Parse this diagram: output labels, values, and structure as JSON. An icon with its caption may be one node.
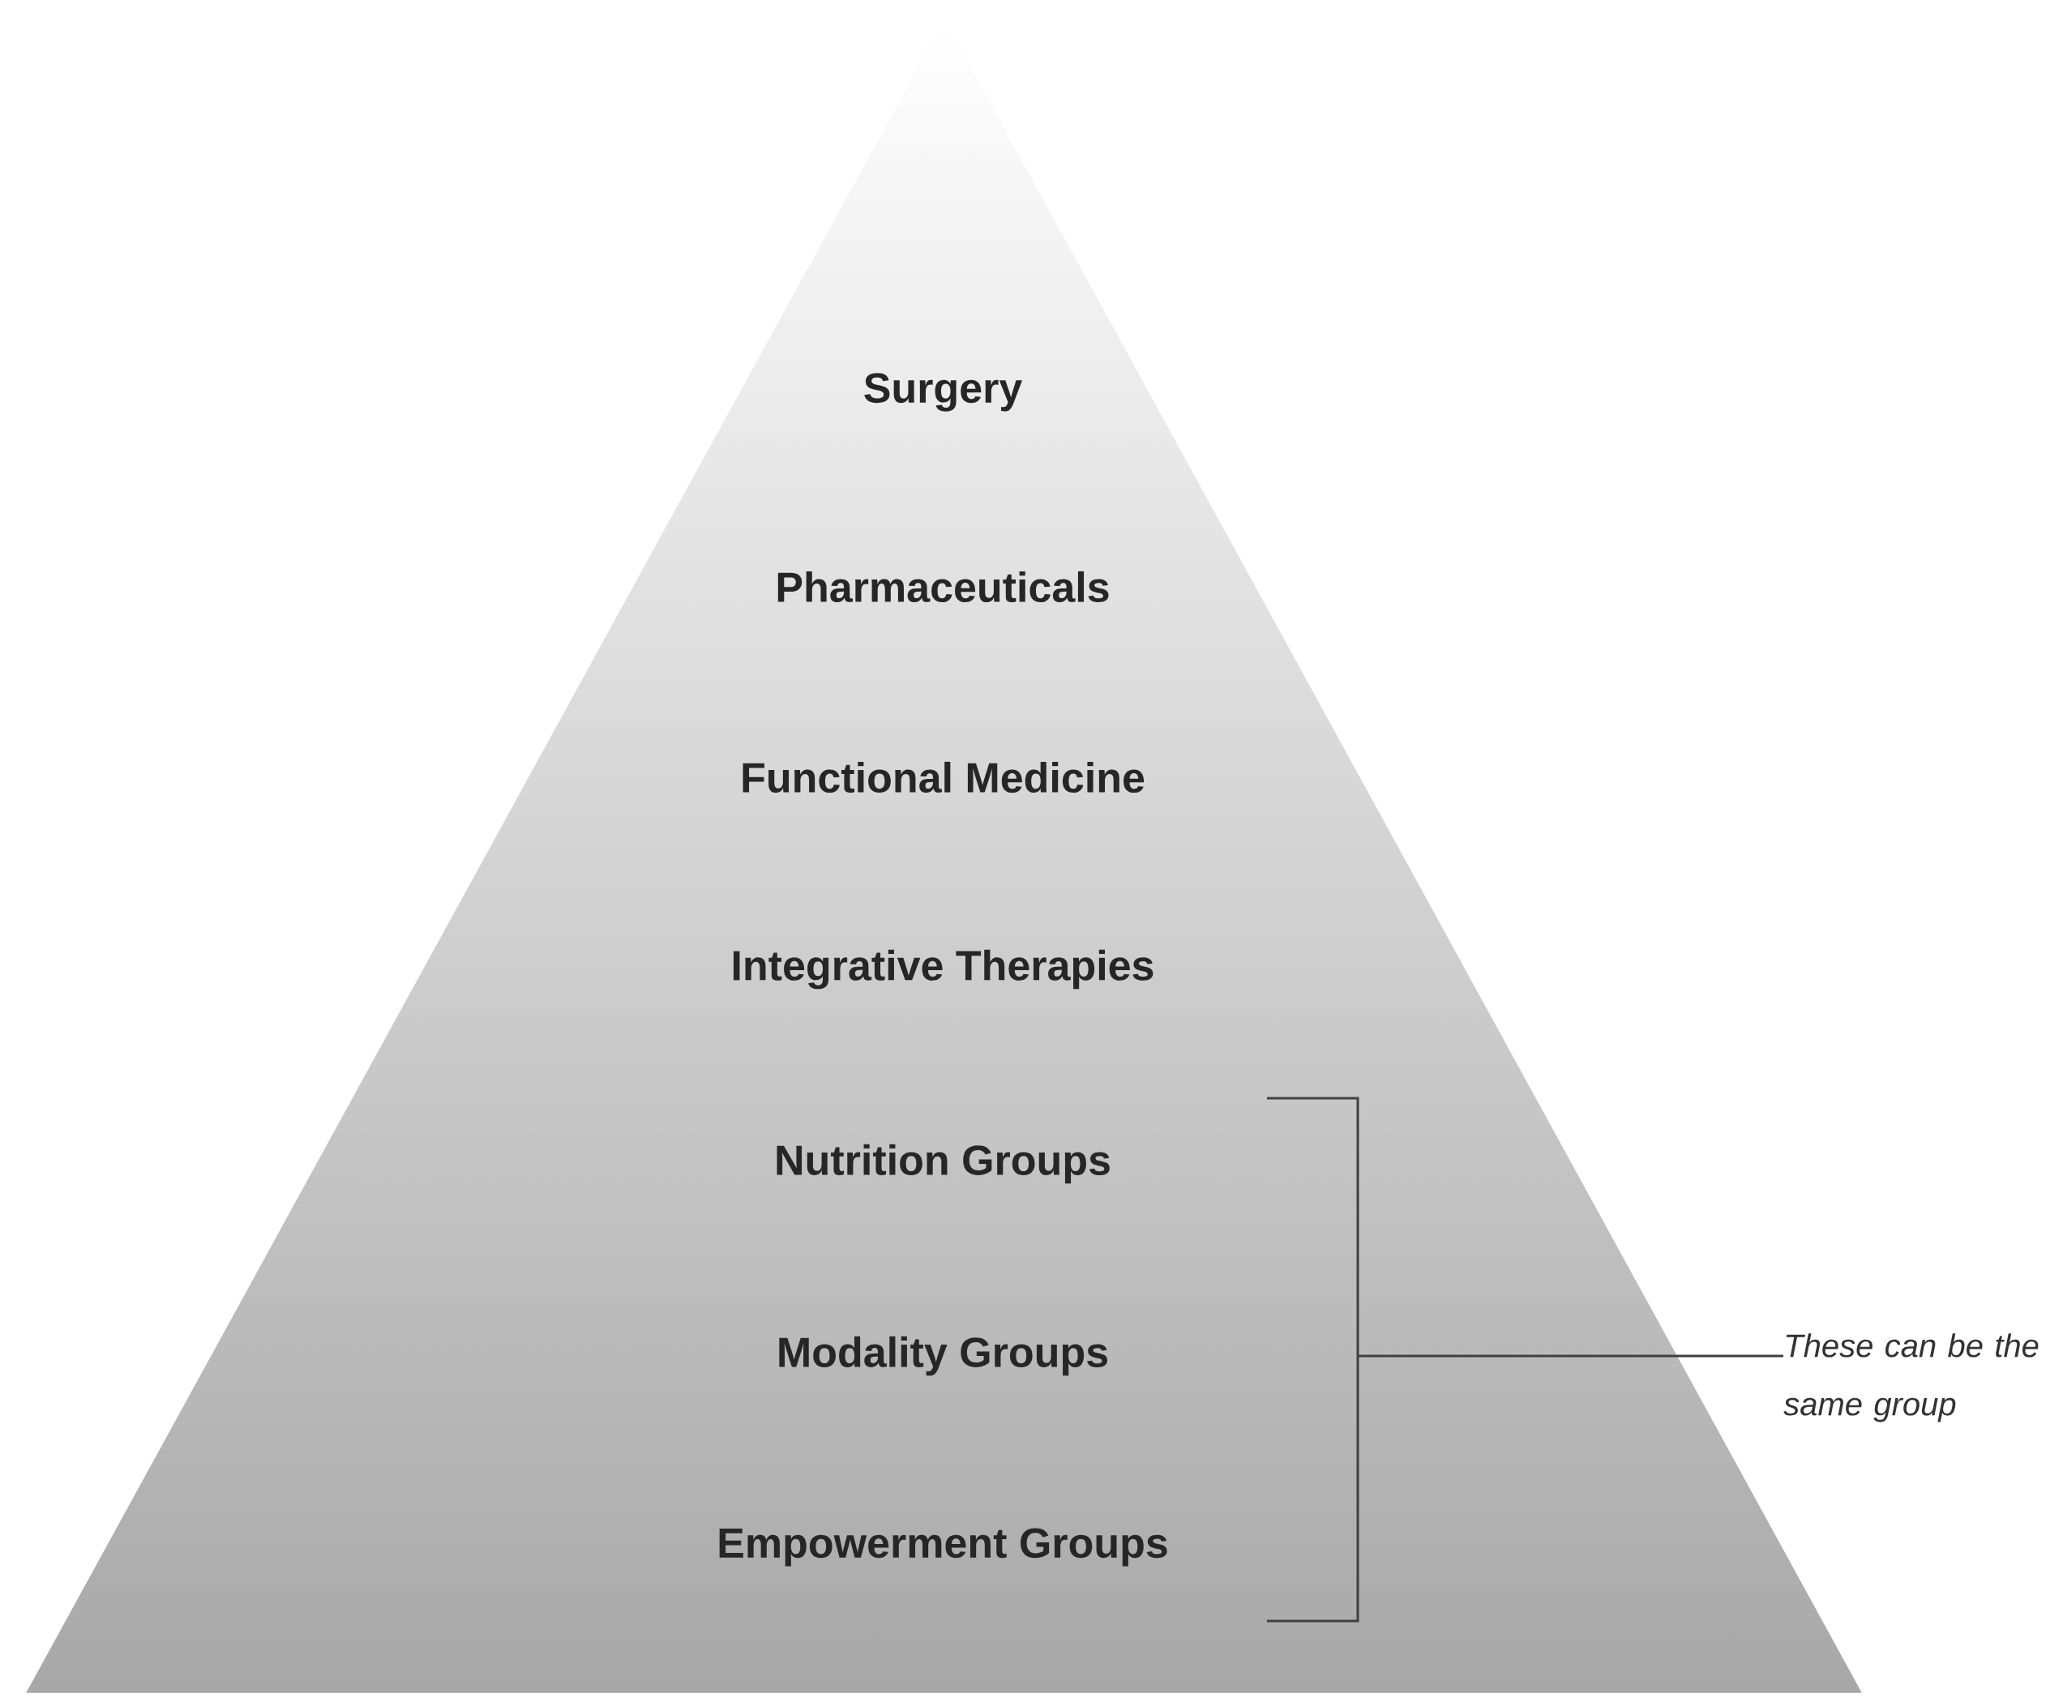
{
  "diagram": {
    "nodes": [
      {
        "text": [
          "Surgery",
          "Pharmaceuticals",
          "Functional Medicine",
          "Integrative Therapies",
          "Nutrition Groups",
          "Modality Groups",
          "Empowerment Groups"
        ]
      },
      {
        "text": [
          "These can be the same group"
        ]
      },
      {
        "text": [],
        "shape": "bracket"
      }
    ],
    "edges": [
      {
        "from": 1,
        "to": 2,
        "arrow": "none"
      }
    ]
  }
}
